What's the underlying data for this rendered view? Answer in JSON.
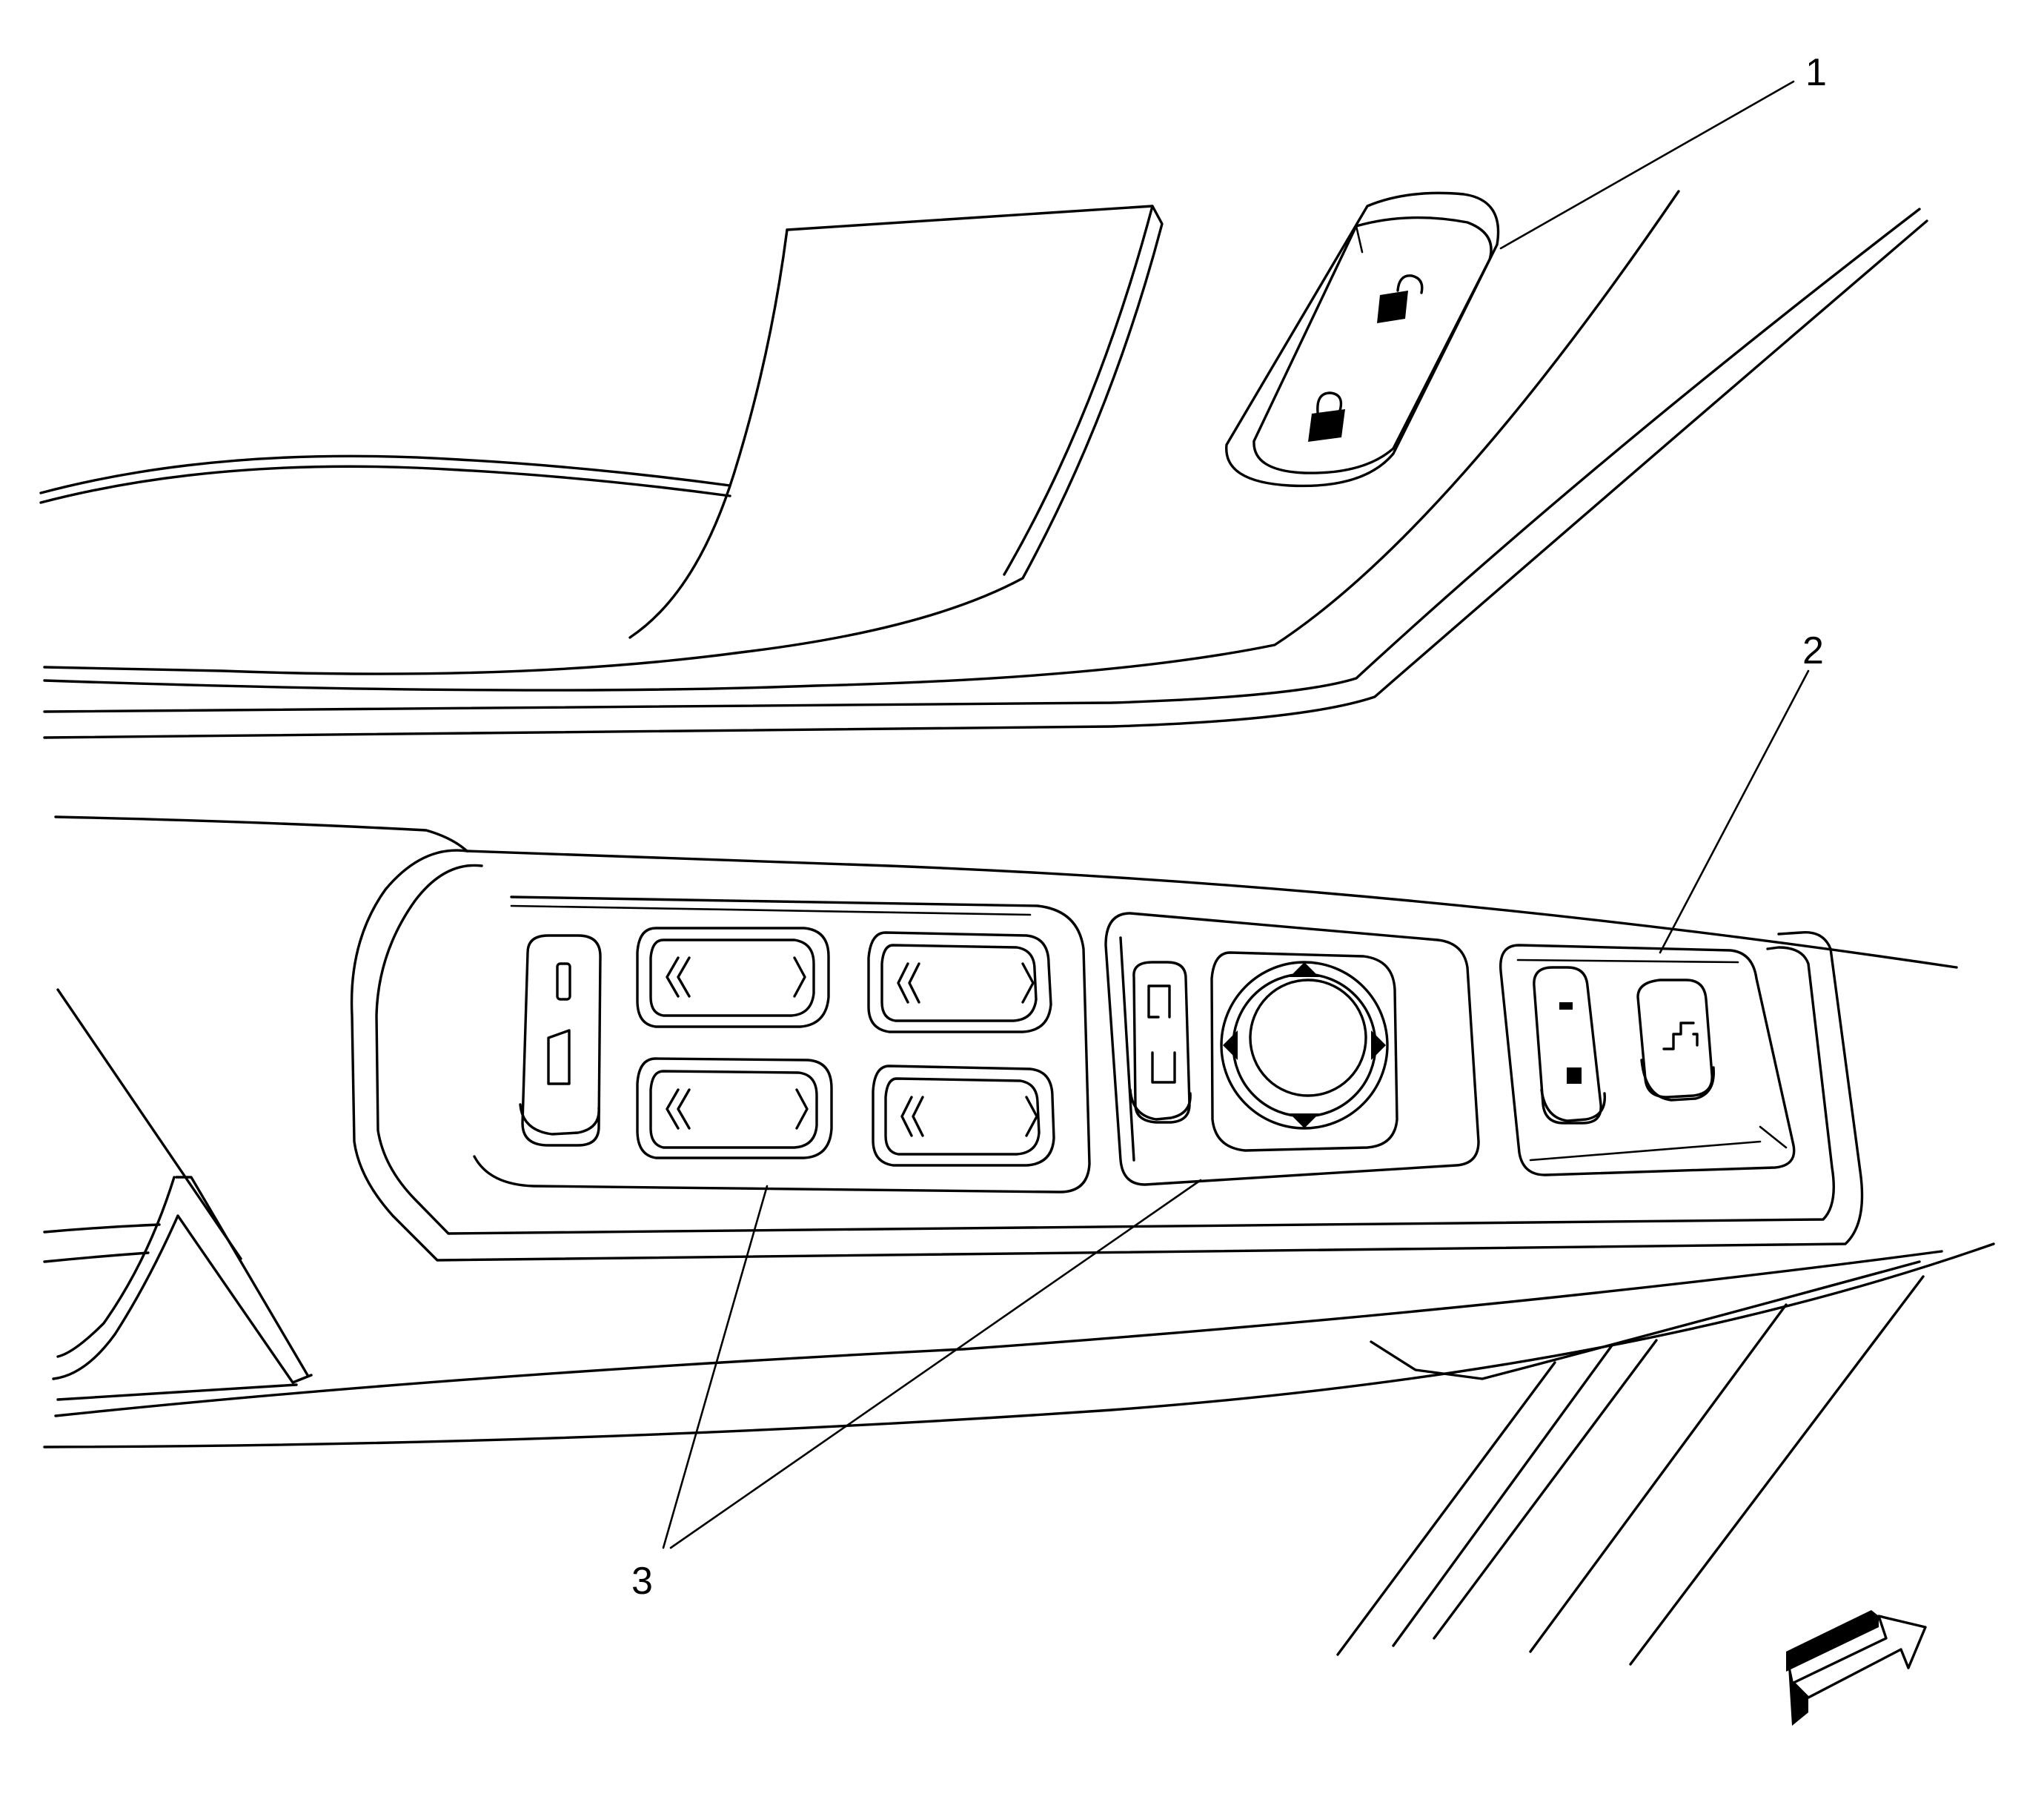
{
  "figure": {
    "line_color": "#000000",
    "background_color": "#ffffff",
    "callouts": [
      {
        "id": "callout-1",
        "label": "1"
      },
      {
        "id": "callout-2",
        "label": "2"
      },
      {
        "id": "callout-3",
        "label": "3"
      }
    ],
    "icons": [
      "unlock-icon",
      "lock-icon",
      "window-lockout-icon",
      "window-switch-icon",
      "mirror-select-icon",
      "mirror-joystick-icon",
      "memory-seat-icon",
      "seat-position-icon",
      "view-direction-arrow-icon"
    ]
  }
}
